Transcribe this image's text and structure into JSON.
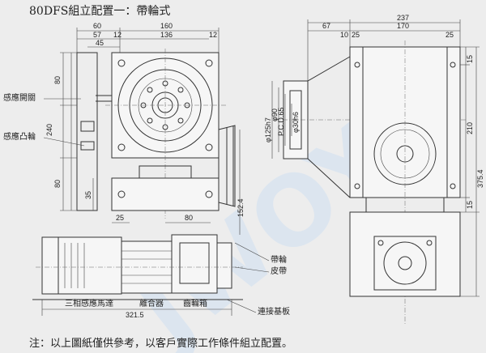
{
  "title": "80DFS組立配置一：帶輪式",
  "note": "注：以上圖紙僅供參考，以客戶實際工作條件組立配置。",
  "watermark": "JWOYU",
  "labels": {
    "sensor_switch": "感應開關",
    "sensor_cam": "感應凸輪",
    "motor": "三相感應馬達",
    "clutch": "離合器",
    "gearbox": "齒輪箱",
    "pulley": "帶輪",
    "belt": "皮帶",
    "base_plate": "連接基板"
  },
  "dims": {
    "d60": "60",
    "d57": "57",
    "d45": "45",
    "d12a": "12",
    "d160": "160",
    "d136": "136",
    "d12b": "12",
    "d80a": "80",
    "d240": "240",
    "d80b": "80",
    "d35": "35",
    "d25a": "25",
    "d80c": "80",
    "d152": "152.4",
    "d321": "321.5",
    "d237": "237",
    "d67": "67",
    "d10": "10",
    "d25b": "25",
    "d170": "170",
    "d25c": "25",
    "d15a": "15",
    "d210": "210",
    "d375": "375.4",
    "d15b": "15",
    "phi125": "φ125h7",
    "phi90": "φ90",
    "pcd": "P.C.D.65",
    "phi30": "φ30h6"
  }
}
